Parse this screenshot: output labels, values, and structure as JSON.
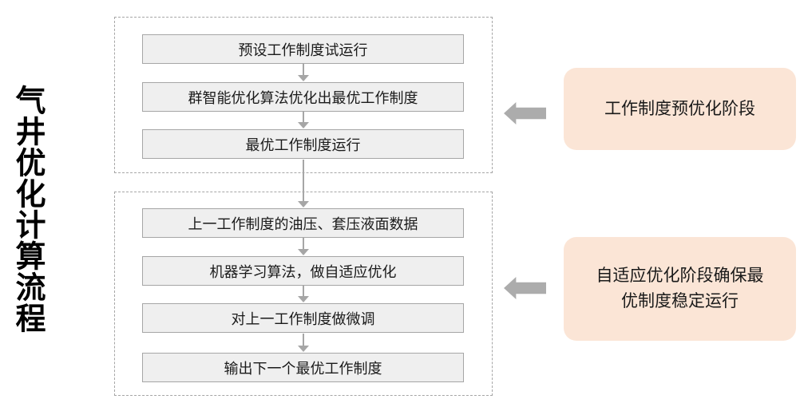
{
  "title": "气井优化计算流程",
  "colors": {
    "callout_fill": "#FBE5D6",
    "box_fill": "#EFEFEF",
    "box_border": "#A6A6A6",
    "container_border_dashed": "#A6A6A6",
    "arrow_gray": "#ACACAC",
    "text": "#1A1A1A"
  },
  "phase1": {
    "steps": [
      "预设工作制度试运行",
      "群智能优化算法优化出最优工作制度",
      "最优工作制度运行"
    ],
    "callout": "工作制度预优化阶段"
  },
  "phase2": {
    "steps": [
      "上一工作制度的油压、套压液面数据",
      "机器学习算法，做自适应优化",
      "对上一工作制度做微调",
      "输出下一个最优工作制度"
    ],
    "callout": "自适应优化阶段确保最优制度稳定运行"
  }
}
